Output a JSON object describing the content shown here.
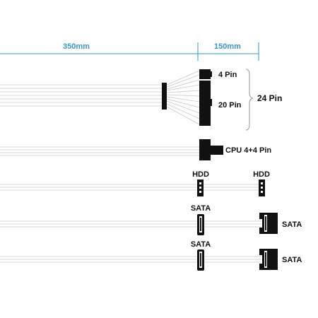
{
  "dimensions": {
    "left_length": "350mm",
    "right_length": "150mm",
    "line_color": "#3a95c9"
  },
  "connectors": {
    "atx_4pin": "4 Pin",
    "atx_20pin": "20 Pin",
    "atx_total": "24 Pin",
    "cpu": "CPU 4+4 Pin",
    "hdd_1": "HDD",
    "hdd_2": "HDD",
    "sata_row1_inline": "SATA",
    "sata_row1_end": "SATA",
    "sata_row2_inline": "SATA",
    "sata_row2_end": "SATA"
  },
  "colors": {
    "wire": "#c8c8c8",
    "connector": "#111111",
    "brace": "#9a9a9a"
  }
}
